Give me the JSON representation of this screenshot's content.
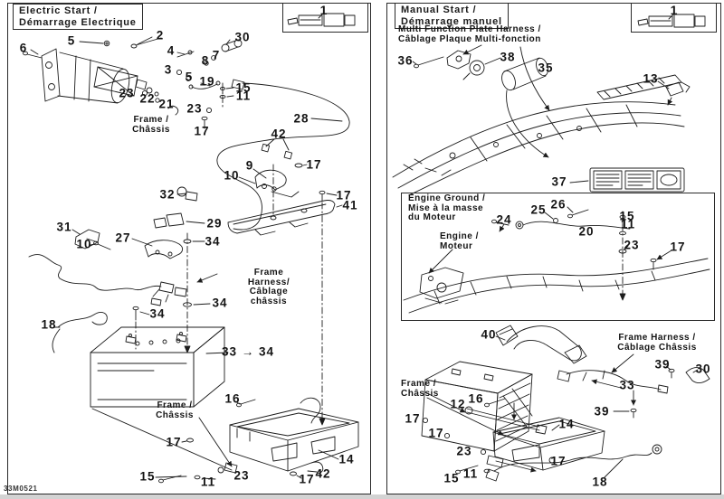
{
  "doc_code": "33M0521",
  "left_panel": {
    "title": "Electric Start /\nDémarrage Electrique",
    "ref_number": "1",
    "labels": {
      "frame_chassis_upper": "Frame /\nChâssis",
      "frame_harness": "Frame\nHarness/\nCâblage\nchâssis",
      "frame_chassis_lower": "Frame /\nChâssis"
    },
    "callouts": [
      "2",
      "5",
      "30",
      "6",
      "4",
      "7",
      "8",
      "3",
      "5",
      "19",
      "15",
      "11",
      "23",
      "22",
      "21",
      "23",
      "17",
      "28",
      "42",
      "9",
      "17",
      "10",
      "32",
      "17",
      "41",
      "29",
      "31",
      "27",
      "10",
      "34",
      "34",
      "34",
      "18",
      "33 → 34",
      "16",
      "17",
      "14",
      "15",
      "11",
      "23",
      "42",
      "17"
    ]
  },
  "right_panel": {
    "title": "Manual Start /\nDémarrage manuel",
    "ref_number": "1",
    "labels": {
      "multi_function": "Multi Function Plate Harness /\nCâblage Plaque Multi-fonction",
      "engine_ground": "Engine Ground /\nMise à la masse\ndu Moteur",
      "engine": "Engine /\nMoteur",
      "frame_harness": "Frame Harness /\nCâblage Châssis",
      "frame_chassis": "Frame /\nChâssis"
    },
    "callouts": [
      "36",
      "38",
      "35",
      "13",
      "37",
      "26",
      "25",
      "24",
      "15",
      "11",
      "20",
      "23",
      "17",
      "40",
      "39",
      "30",
      "33",
      "16",
      "12",
      "39",
      "17",
      "14",
      "17",
      "23",
      "17",
      "15",
      "11",
      "18"
    ]
  }
}
